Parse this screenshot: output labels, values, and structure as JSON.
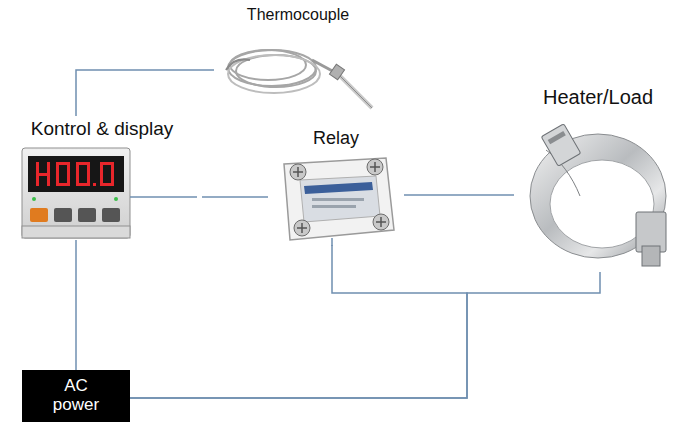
{
  "diagram": {
    "nodes": [
      {
        "text": [
          "Thermocouple"
        ]
      },
      {
        "text": [
          "Kontrol & display"
        ]
      },
      {
        "text": [
          "Relay"
        ]
      },
      {
        "text": [
          "Heater/Load"
        ]
      },
      {
        "text": [
          "AC power"
        ]
      }
    ],
    "edges": [
      {
        "from": 0,
        "to": 1,
        "arrow": "none"
      },
      {
        "from": 1,
        "to": 2,
        "arrow": "none"
      },
      {
        "from": 2,
        "to": 3,
        "arrow": "none"
      },
      {
        "from": 1,
        "to": 4,
        "arrow": "none"
      },
      {
        "from": 4,
        "to": 2,
        "arrow": "none"
      },
      {
        "from": 4,
        "to": 3,
        "arrow": "none"
      }
    ]
  }
}
